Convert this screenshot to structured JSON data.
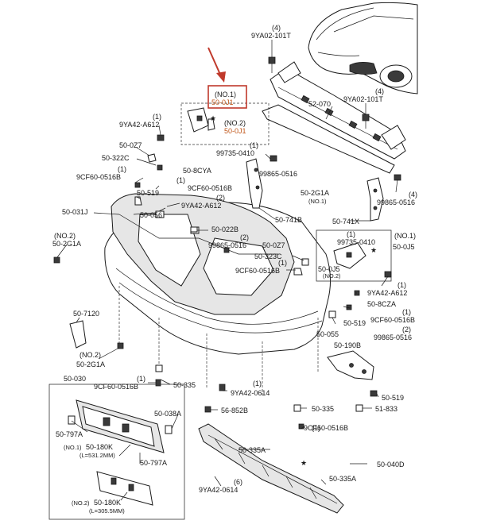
{
  "colors": {
    "highlight_box": "#c0392b",
    "highlight_text": "#c0561a",
    "ink": "#1a1a1a",
    "arrow": "#c0392b"
  },
  "labels": {
    "no1_top": "(NO.1)",
    "p50_0J1_main": "50-0J1",
    "no2_a": "(NO.2)",
    "p50_0J1_sub": "50-0J1",
    "p99735_0410_a": "99735-0410",
    "q1_99735a": "(1)",
    "q4_top": "(4)",
    "p9YA02_101T_a": "9YA02-101T",
    "q4_mid": "(4)",
    "p9YA02_101T_b": "9YA02-101T",
    "p52_070": "52-070",
    "q1_a612a": "(1)",
    "p9YA42_A612_a": "9YA42-A612",
    "p50_0Z7_a": "50-0Z7",
    "p50_322C": "50-322C",
    "q1_9cf_a": "(1)",
    "p9CF60_0516B_a": "9CF60-0516B",
    "p50_8CYA": "50-8CYA",
    "q1_9cf_b": "(1)",
    "p9CF60_0516B_b": "9CF60-0516B",
    "p99865_0516_a": "99865-0516",
    "p50_2G1A_a": "50-2G1A",
    "no1_2g1a": "(NO.1)",
    "p50_519_a": "50-519",
    "q2_a612b": "(2)",
    "p9YA42_A612_b": "9YA42-A612",
    "p50_031J": "50-031J",
    "p50_056": "50-056",
    "p50_741B": "50-741B",
    "q4_99865": "(4)",
    "p99865_0516_b": "99865-0516",
    "p50_741X": "50-741X",
    "p50_022B": "50-022B",
    "no2_left": "(NO.2)",
    "p50_2G1A_b": "50-2G1A",
    "q2_99865c": "(2)",
    "p99865_0516_c": "99865-0516",
    "p50_0Z7_b": "50-0Z7",
    "p50_323C": "50-323C",
    "q1_9cf_c": "(1)",
    "p9CF60_0516B_c": "9CF60-0516B",
    "q1_99735b": "(1)",
    "p99735_0410_b": "99735-0410",
    "no1_0j5": "(NO.1)",
    "p50_0J5_a": "50-0J5",
    "p50_0J5_b": "50-0J5",
    "no2_0j5": "(NO.2)",
    "q1_a612c": "(1)",
    "p9YA42_A612_c": "9YA42-A612",
    "p50_8CZA": "50-8CZA",
    "q1_9cf_d": "(1)",
    "p9CF60_0516B_d": "9CF60-0516B",
    "p50_7120": "50-7120",
    "p50_519_b": "50-519",
    "p50_055": "50-055",
    "p50_190B": "50-190B",
    "q2_99865d": "(2)",
    "p99865_0516_d": "99865-0516",
    "no2_bottom": "(NO.2)",
    "p50_2G1A_c": "50-2G1A",
    "q1_9cf_e": "(1)",
    "p9CF60_0516B_e": "9CF60-0516B",
    "p50_335_a": "50-335",
    "q1_0614a": "(1)",
    "p9YA42_0614_a": "9YA42-0614",
    "p50_030": "50-030",
    "p50_519_c": "50-519",
    "p56_852B": "56-852B",
    "p50_335_b": "50-335",
    "p51_833": "51-833",
    "p50_038A": "50-038A",
    "p50_797A_a": "50-797A",
    "q1_9cf_f": "(1)",
    "p9CF60_0516B_f": "9CF60-0516B",
    "no1_180k": "(NO.1)",
    "p50_180K_a": "50-180K",
    "len_a": "(L=531.2MM)",
    "p50_797A_b": "50-797A",
    "p50_335A_a": "50-335A",
    "p50_040D": "50-040D",
    "p50_335A_b": "50-335A",
    "no2_180k": "(NO.2)",
    "p50_180K_b": "50-180K",
    "len_b": "(L=305.5MM)",
    "p9YA42_0614_b": "9YA42-0614",
    "q6_0614b": "(6)"
  }
}
